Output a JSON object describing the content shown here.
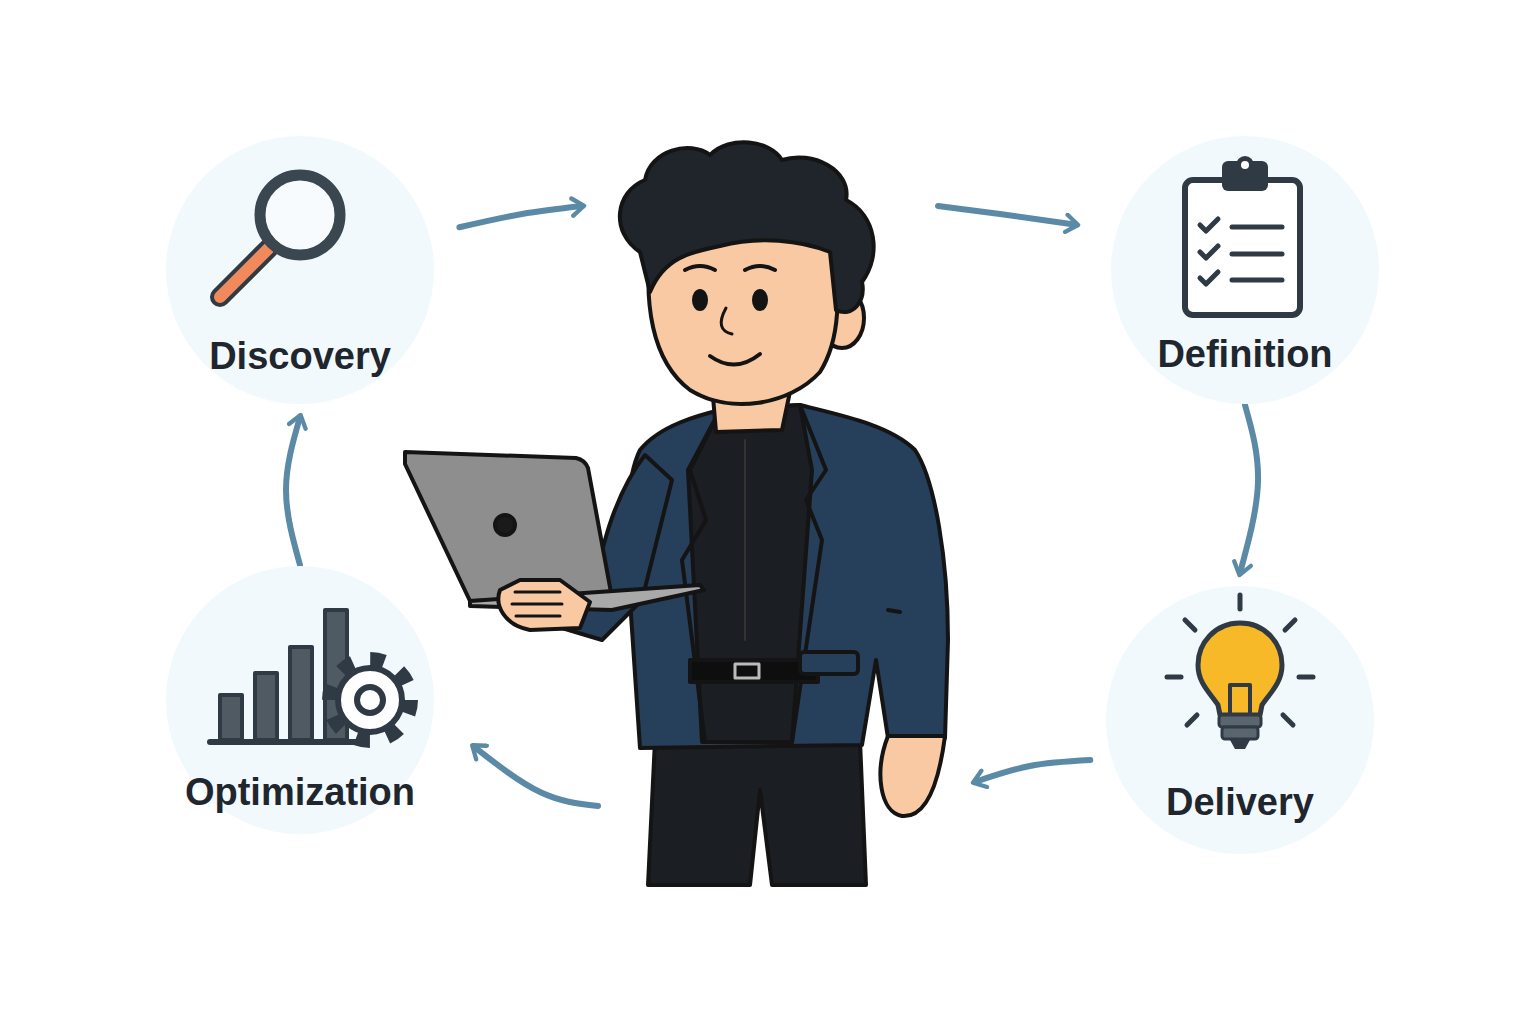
{
  "diagram": {
    "nodes": [
      {
        "text": [
          "Discovery"
        ]
      },
      {
        "text": [
          "Definition"
        ]
      },
      {
        "text": [
          "Delivery"
        ]
      },
      {
        "text": [
          "Optimization"
        ]
      }
    ],
    "edges": [
      {
        "from": 0,
        "to": 1,
        "arrow": "to"
      },
      {
        "from": 1,
        "to": 2,
        "arrow": "to"
      },
      {
        "from": 2,
        "to": 3,
        "arrow": "to"
      },
      {
        "from": 3,
        "to": 0,
        "arrow": "to"
      }
    ]
  }
}
